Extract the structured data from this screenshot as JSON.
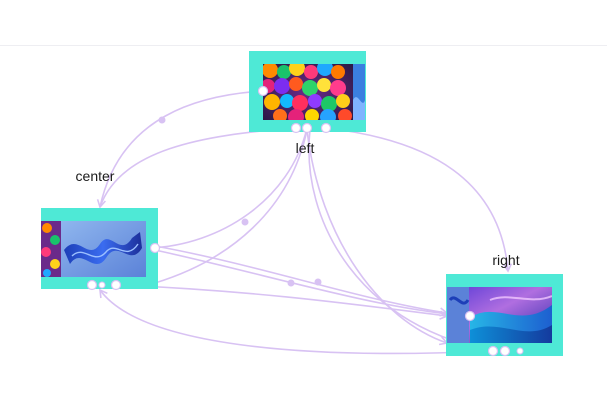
{
  "diagram": {
    "colors": {
      "node_frame": "#4ee9d6",
      "edge": "#d8c2f3",
      "handle_fill": "#ffffff",
      "handle_stroke": "#d8c2f3"
    },
    "nodes": [
      {
        "id": "left",
        "label": "left",
        "image": "colorful-spheres"
      },
      {
        "id": "center",
        "label": "center",
        "image": "blue-ribbon-wave"
      },
      {
        "id": "right",
        "label": "right",
        "image": "gradient-waves"
      }
    ]
  }
}
